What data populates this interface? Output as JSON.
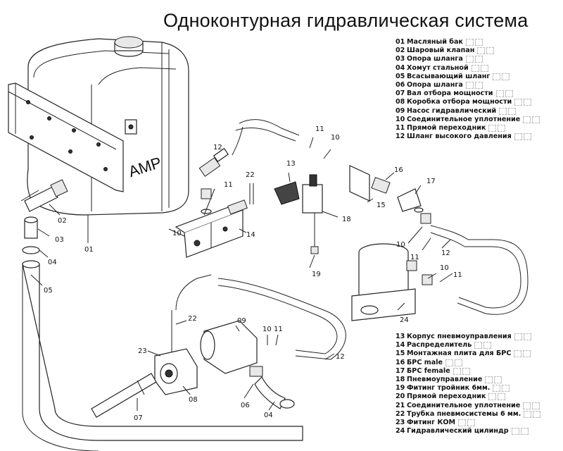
{
  "title": "Одноконтурная гидравлическая система",
  "brand": "AMP",
  "legend_top": [
    {
      "num": "01",
      "text": "Масляный бак"
    },
    {
      "num": "02",
      "text": "Шаровый клапан"
    },
    {
      "num": "03",
      "text": "Опора шланга"
    },
    {
      "num": "04",
      "text": "Хомут стальной"
    },
    {
      "num": "05",
      "text": "Всасывающий шланг"
    },
    {
      "num": "06",
      "text": "Опора шланга"
    },
    {
      "num": "07",
      "text": "Вал отбора мощности"
    },
    {
      "num": "08",
      "text": "Коробка отбора мощности"
    },
    {
      "num": "09",
      "text": "Насос гидравлический"
    },
    {
      "num": "10",
      "text": "Соединительное уплотнение"
    },
    {
      "num": "11",
      "text": "Прямой переходник"
    },
    {
      "num": "12",
      "text": "Шланг высокого давления"
    }
  ],
  "legend_bottom": [
    {
      "num": "13",
      "text": "Корпус пневмоуправления"
    },
    {
      "num": "14",
      "text": "Распределитель"
    },
    {
      "num": "15",
      "text": "Монтажная плита для БРС"
    },
    {
      "num": "16",
      "text": "БРС male"
    },
    {
      "num": "17",
      "text": "БРС female"
    },
    {
      "num": "18",
      "text": "Пневмоуправление"
    },
    {
      "num": "19",
      "text": "Фитинг тройник 6мм."
    },
    {
      "num": "20",
      "text": "Прямой переходник"
    },
    {
      "num": "21",
      "text": "Соединительное уплотнение"
    },
    {
      "num": "22",
      "text": "Трубка пневмосистемы 6 мм."
    },
    {
      "num": "23",
      "text": "Фитинг КОМ"
    },
    {
      "num": "24",
      "text": "Гидравлический цилиндр"
    }
  ],
  "callouts": [
    "01",
    "02",
    "03",
    "04",
    "05",
    "06",
    "07",
    "08",
    "09",
    "10",
    "11",
    "12",
    "13",
    "14",
    "15",
    "16",
    "17",
    "18",
    "19",
    "22",
    "23",
    "24"
  ]
}
